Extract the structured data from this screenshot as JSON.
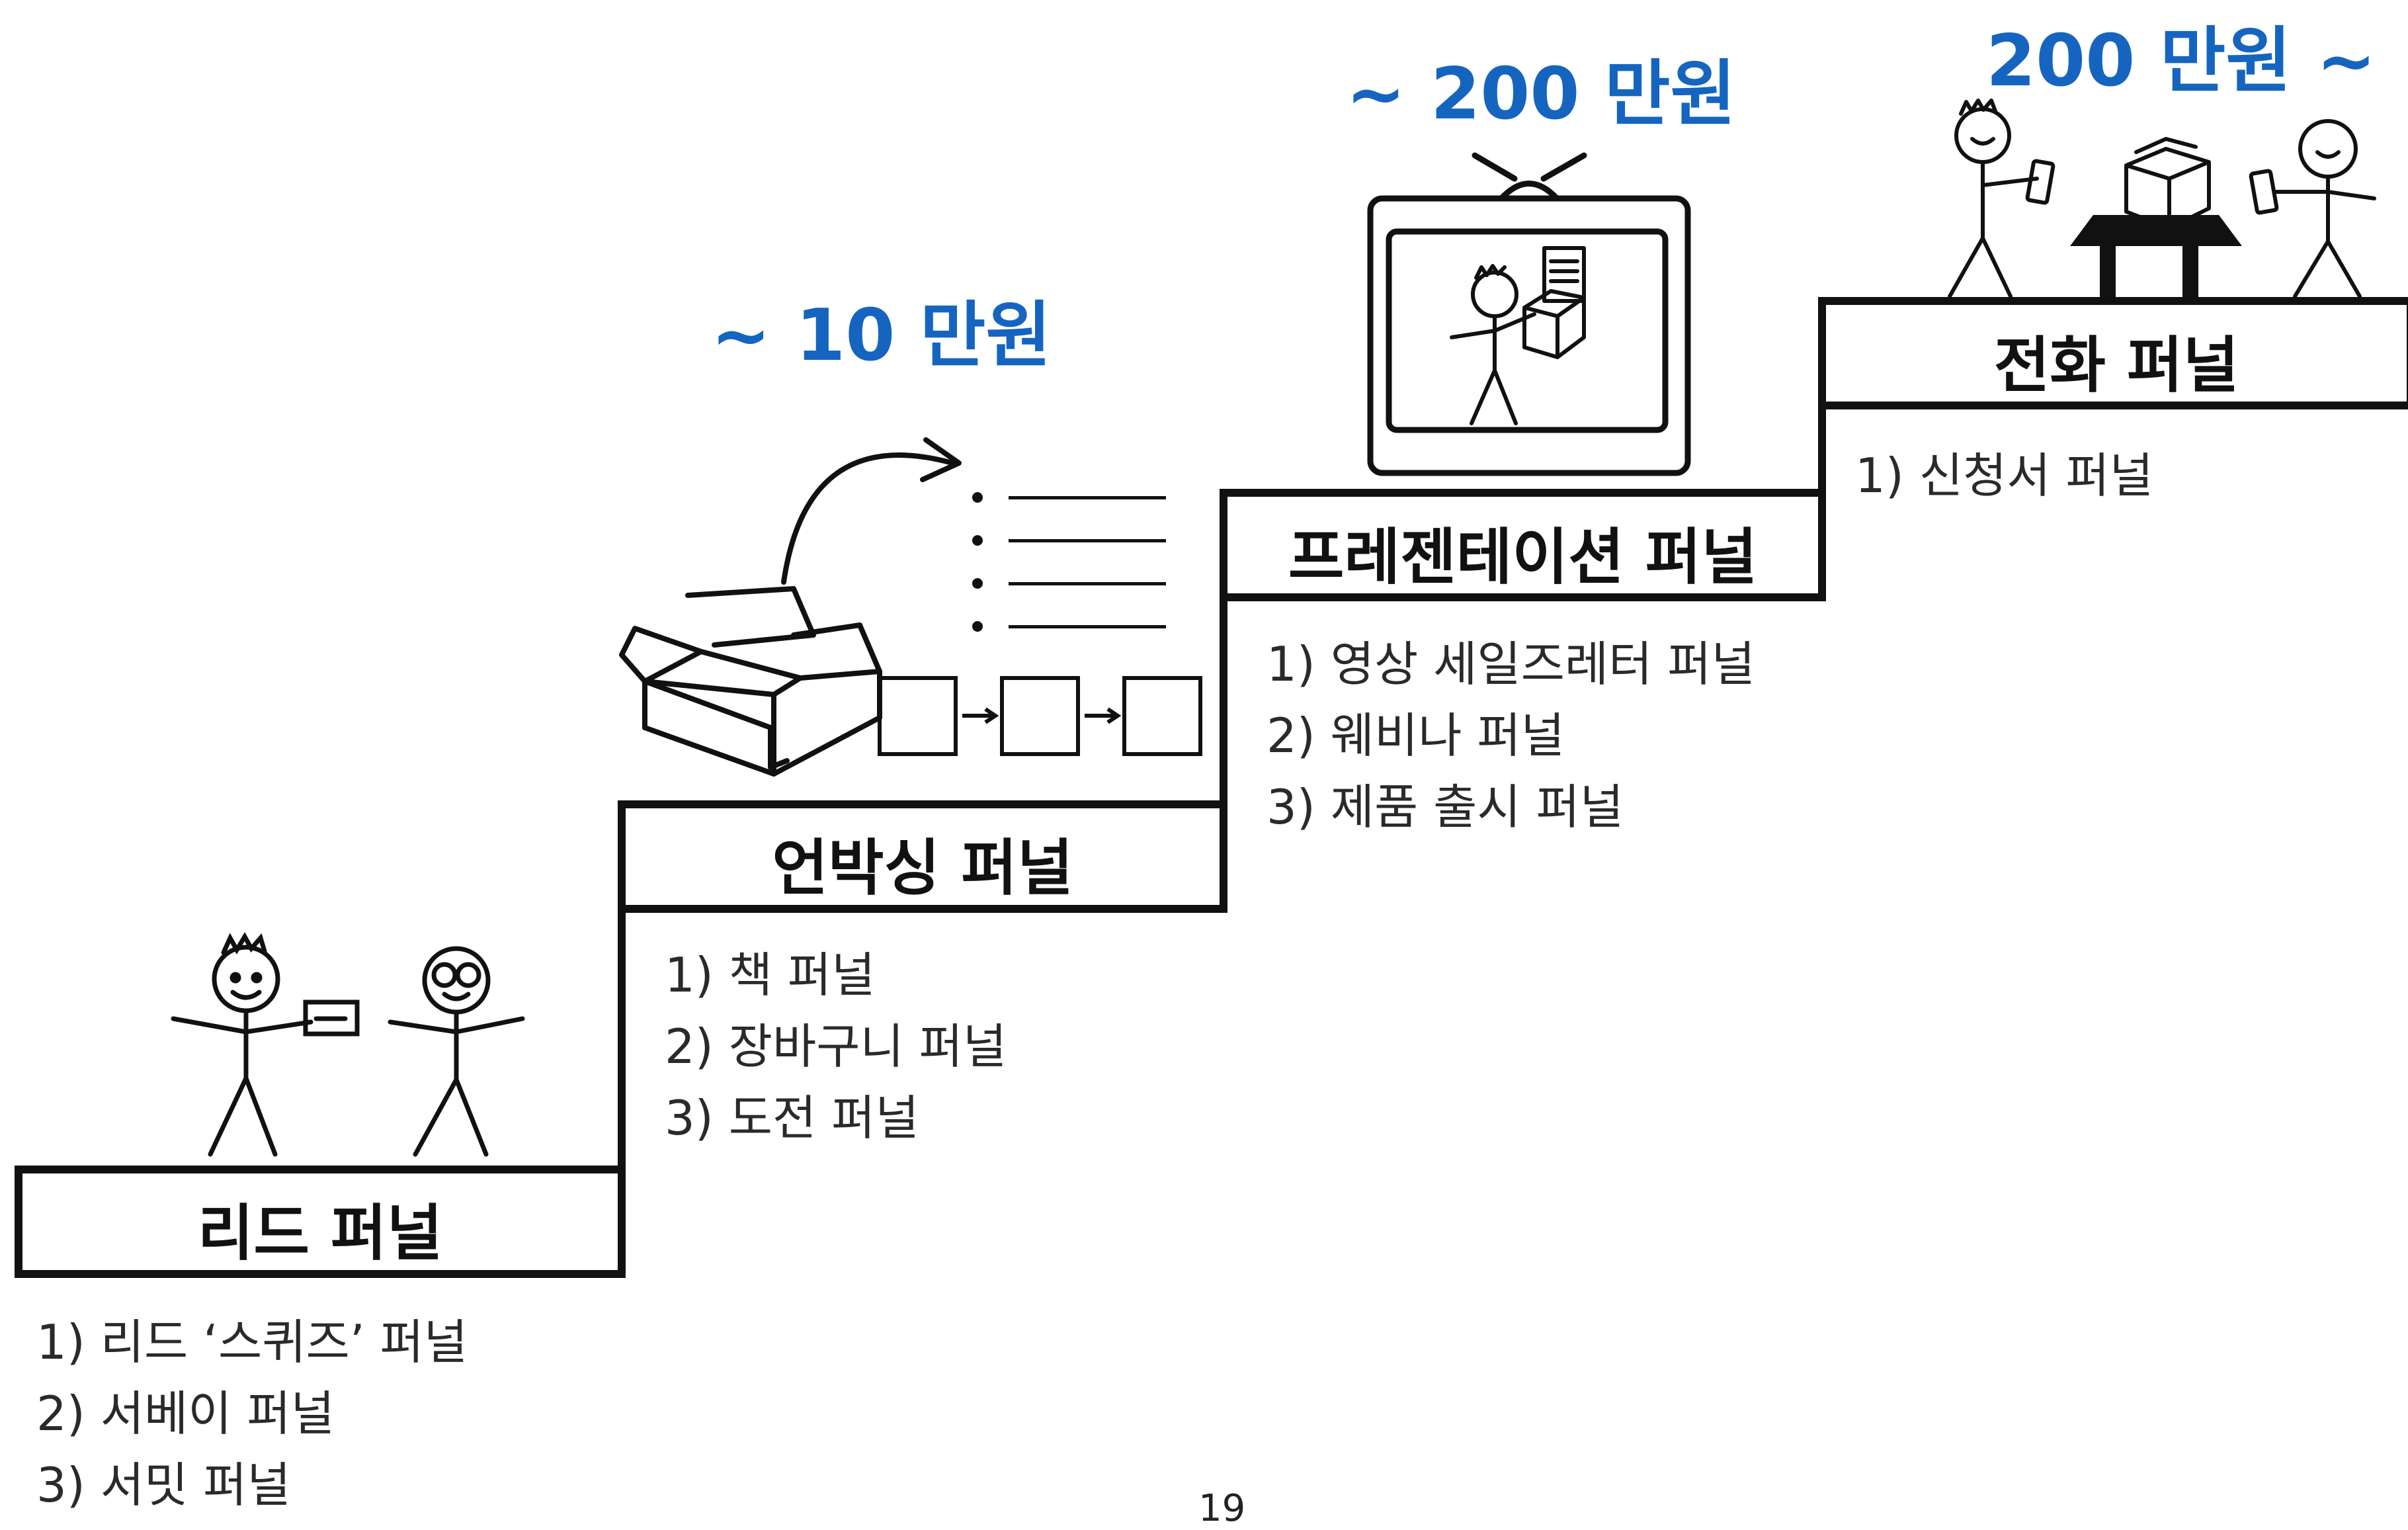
{
  "prices": {
    "unboxing": "~ 10 만원",
    "presentation": "~ 200 만원",
    "conversion": "200 만원 ~"
  },
  "steps": [
    {
      "title": "리드 퍼널",
      "items": [
        "1) 리드 ‘스퀴즈’ 퍼널",
        "2) 서베이 퍼널",
        "3) 서밋 퍼널"
      ]
    },
    {
      "title": "언박싱 퍼널",
      "items": [
        "1) 책 퍼널",
        "2) 장바구니 퍼널",
        "3) 도전 퍼널"
      ]
    },
    {
      "title": "프레젠테이션 퍼널",
      "items": [
        "1) 영상 세일즈레터 퍼널",
        "2) 웨비나 퍼널",
        "3) 제품 출시 퍼널"
      ]
    },
    {
      "title": "전화 퍼널",
      "items": [
        "1) 신청서 퍼널"
      ]
    }
  ],
  "page_number": "19",
  "colors": {
    "price": "#1565c0",
    "line": "#111111"
  }
}
